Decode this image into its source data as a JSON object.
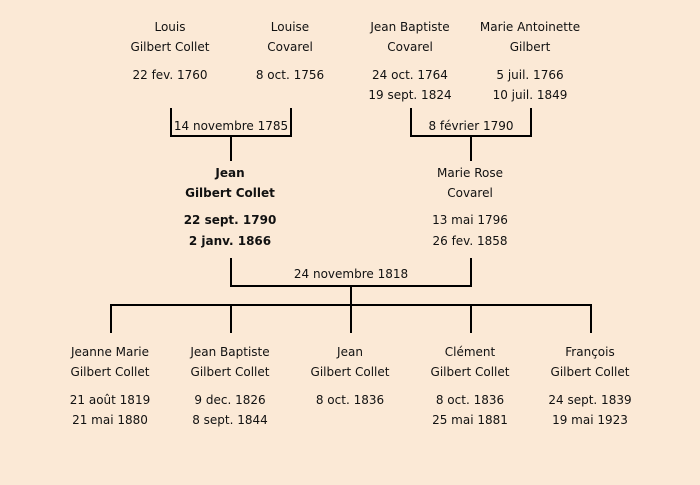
{
  "grandparents": [
    {
      "first": "Louis",
      "last": "Gilbert Collet",
      "birth": "22 fev. 1760",
      "death": ""
    },
    {
      "first": "Louise",
      "last": "Covarel",
      "birth": "8 oct. 1756",
      "death": ""
    },
    {
      "first": "Jean Baptiste",
      "last": "Covarel",
      "birth": "24 oct. 1764",
      "death": "19 sept. 1824"
    },
    {
      "first": "Marie Antoinette",
      "last": "Gilbert",
      "birth": "5 juil. 1766",
      "death": "10 juil. 1849"
    }
  ],
  "marriages": {
    "left": "14 novembre 1785",
    "right": "8 février 1790",
    "center": "24 novembre 1818"
  },
  "parents": [
    {
      "first": "Jean",
      "last": "Gilbert Collet",
      "birth": "22 sept. 1790",
      "death": "2 janv. 1866"
    },
    {
      "first": "Marie Rose",
      "last": "Covarel",
      "birth": "13 mai 1796",
      "death": "26 fev. 1858"
    }
  ],
  "children": [
    {
      "first": "Jeanne Marie",
      "last": "Gilbert Collet",
      "birth": "21 août 1819",
      "death": "21 mai 1880"
    },
    {
      "first": "Jean Baptiste",
      "last": "Gilbert Collet",
      "birth": "9 dec. 1826",
      "death": "8 sept. 1844"
    },
    {
      "first": "Jean",
      "last": "Gilbert Collet",
      "birth": "8 oct. 1836",
      "death": ""
    },
    {
      "first": "Clément",
      "last": "Gilbert Collet",
      "birth": "8 oct. 1836",
      "death": "25 mai 1881"
    },
    {
      "first": "François",
      "last": "Gilbert Collet",
      "birth": "24 sept. 1839",
      "death": "19 mai 1923"
    }
  ]
}
